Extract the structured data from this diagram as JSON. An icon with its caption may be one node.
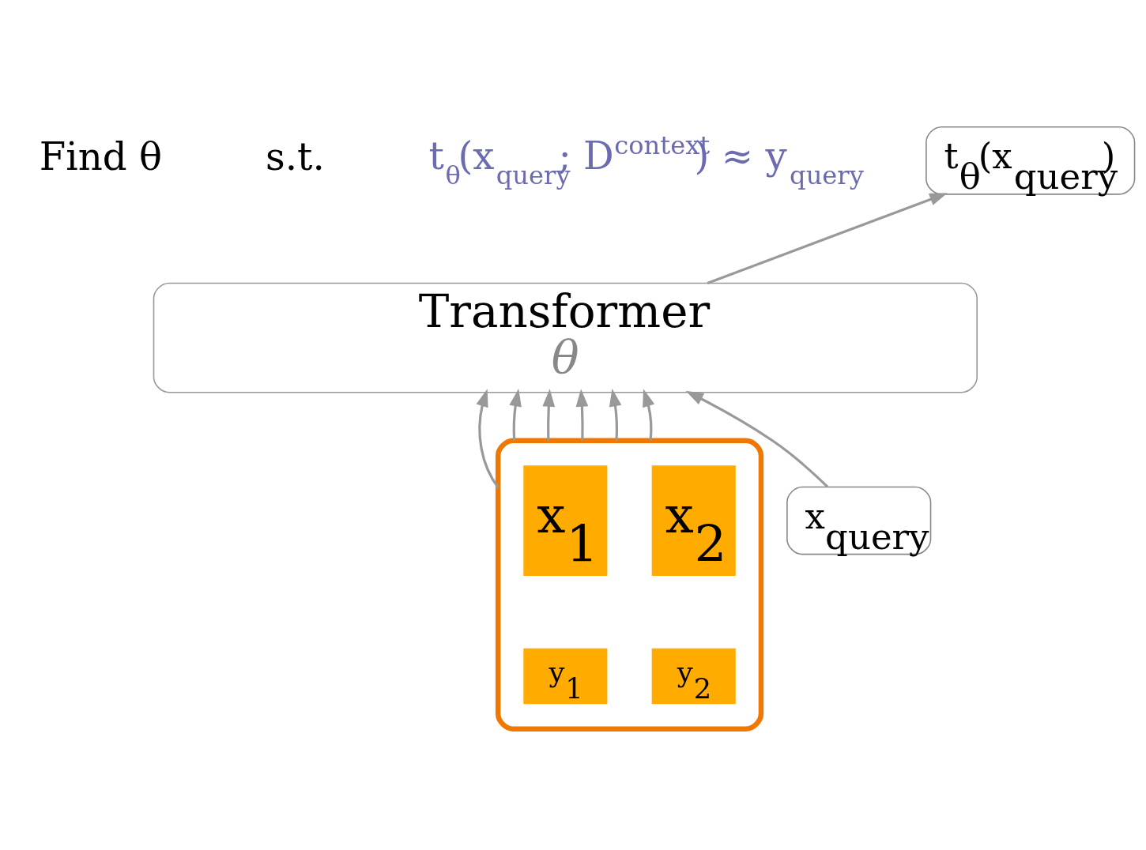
{
  "diagram": {
    "nodes": [
      {
        "text": [
          "t$_{θ}$(x$_{query}$)"
        ]
      },
      {
        "text": [
          "Transformer",
          "θ"
        ]
      },
      {
        "text": [],
        "shape": "box"
      },
      {
        "text": [
          "x$_{1}$"
        ],
        "in": 2
      },
      {
        "text": [
          "y$_{1}$"
        ],
        "in": 2
      },
      {
        "text": [
          "x$_{2}$"
        ],
        "in": 2
      },
      {
        "text": [
          "y$_{2}$"
        ],
        "in": 2
      },
      {
        "text": [
          "x$_{query}$"
        ]
      }
    ],
    "edges": [
      {
        "from": 2,
        "to": 1,
        "arrow": "to"
      },
      {
        "from": 2,
        "to": 1,
        "arrow": "to"
      },
      {
        "from": 2,
        "to": 1,
        "arrow": "to"
      },
      {
        "from": 2,
        "to": 1,
        "arrow": "to"
      },
      {
        "from": 2,
        "to": 1,
        "arrow": "to"
      },
      {
        "from": 2,
        "to": 1,
        "arrow": "to"
      },
      {
        "from": 7,
        "to": 1,
        "arrow": "to"
      },
      {
        "from": 1,
        "to": 0,
        "arrow": "to"
      }
    ],
    "labels": [
      "Find θ",
      "s.t.",
      "t$_{θ}$(x$_{query}$; D$^{context}$) ≈ y$_{query}$"
    ]
  }
}
